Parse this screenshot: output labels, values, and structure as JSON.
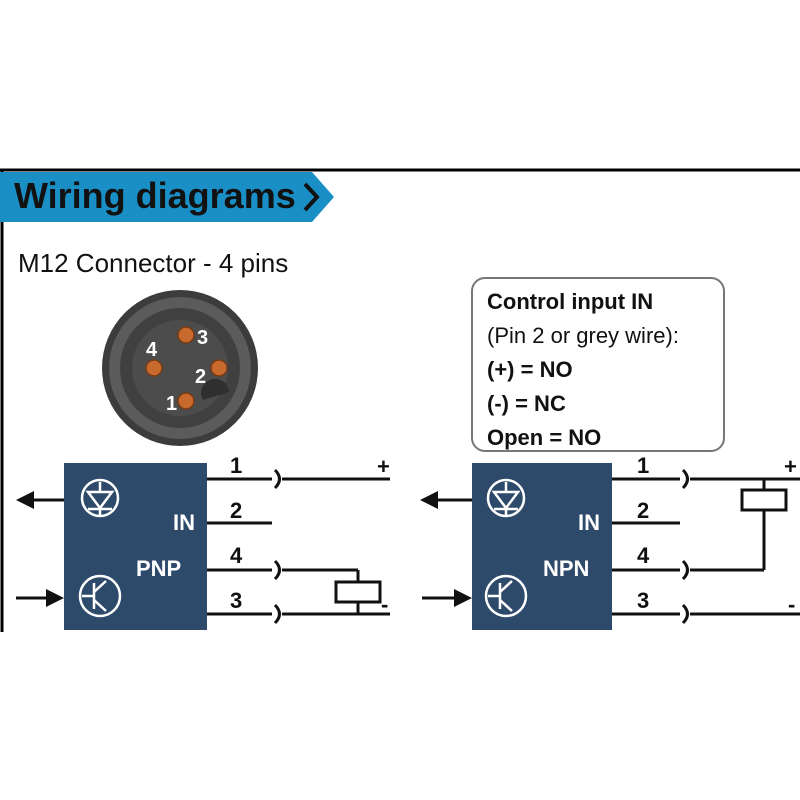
{
  "header": {
    "title": "Wiring diagrams"
  },
  "connector": {
    "title": "M12 Connector - 4 pins",
    "pins": [
      "1",
      "2",
      "3",
      "4"
    ]
  },
  "control_box": {
    "title": "Control input IN",
    "subtitle": "(Pin 2 or grey wire):",
    "line1": "(+) = NO",
    "line2": "(-) = NC",
    "line3": "Open = NO"
  },
  "pnp": {
    "type_label": "PNP",
    "in_label": "IN",
    "pins": [
      "1",
      "2",
      "4",
      "3"
    ],
    "plus": "+",
    "minus": "-"
  },
  "npn": {
    "type_label": "NPN",
    "in_label": "IN",
    "pins": [
      "1",
      "2",
      "4",
      "3"
    ],
    "plus": "+",
    "minus": "-"
  },
  "colors": {
    "banner": "#1a8fc6",
    "sensor_body": "#2e4a6b",
    "pin_contact": "#c8692e",
    "connector_outer": "#4a4a4a"
  }
}
